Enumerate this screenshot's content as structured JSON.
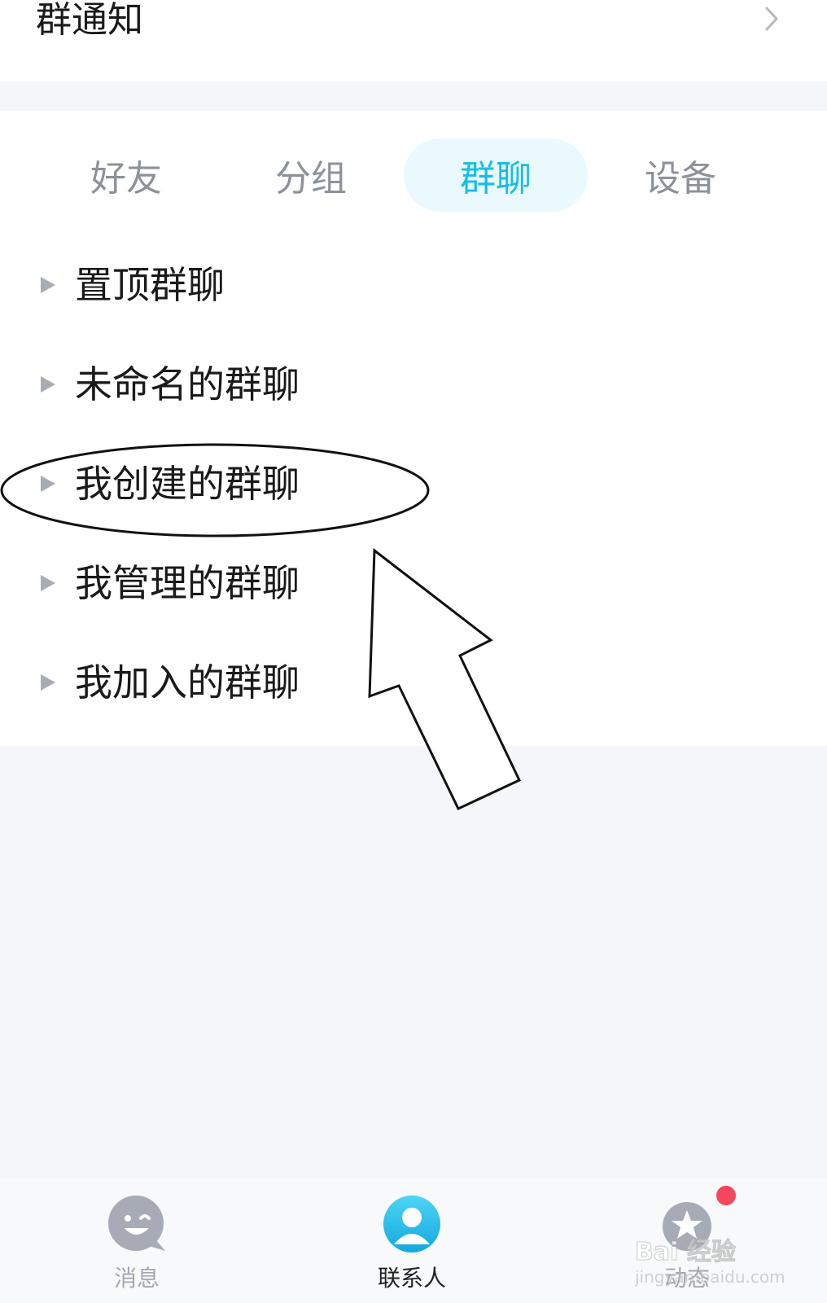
{
  "notice": {
    "title": "群通知"
  },
  "tabs": [
    {
      "label": "好友",
      "active": false
    },
    {
      "label": "分组",
      "active": false
    },
    {
      "label": "群聊",
      "active": true
    },
    {
      "label": "设备",
      "active": false
    }
  ],
  "groups": [
    {
      "label": "置顶群聊"
    },
    {
      "label": "未命名的群聊"
    },
    {
      "label": "我创建的群聊"
    },
    {
      "label": "我管理的群聊"
    },
    {
      "label": "我加入的群聊"
    }
  ],
  "bottom_nav": [
    {
      "label": "消息",
      "icon": "smiley-chat-icon",
      "active": false
    },
    {
      "label": "联系人",
      "icon": "contact-person-icon",
      "active": true
    },
    {
      "label": "动态",
      "icon": "star-planet-icon",
      "active": false,
      "badge": true
    }
  ],
  "watermark": {
    "main": "Bai 经验",
    "sub": "jingyan.baidu.com"
  },
  "colors": {
    "accent": "#16bde6",
    "active_tab_bg": "#e9f9fd",
    "inactive_text": "#8d9199",
    "badge": "#f5465d",
    "page_bg": "#f5f6fa"
  }
}
